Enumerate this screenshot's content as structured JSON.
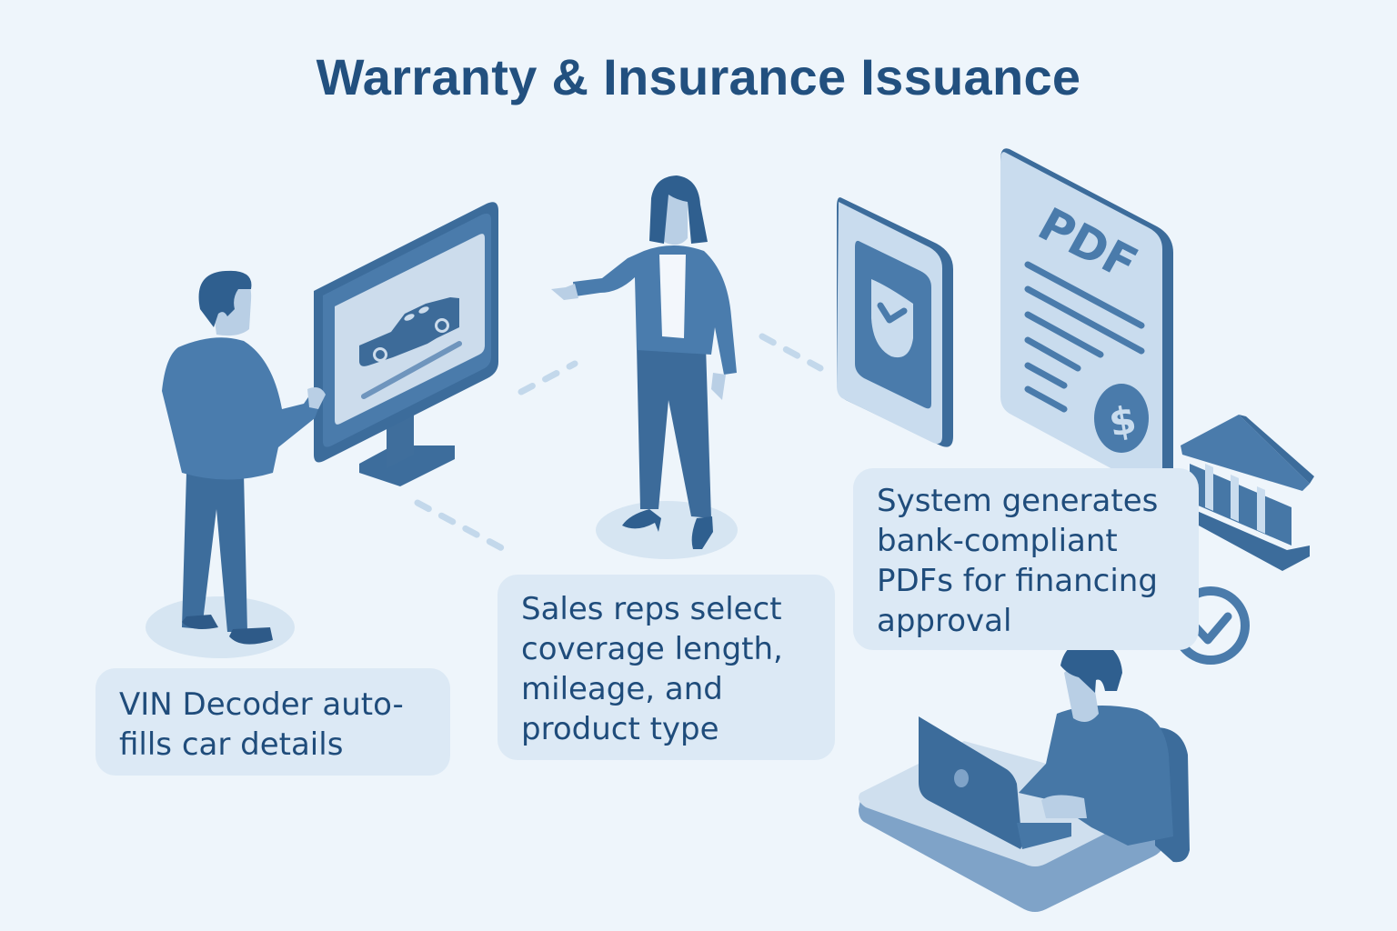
{
  "title": "Warranty & Insurance Issuance",
  "colors": {
    "background": "#eef5fb",
    "primary": "#4677a6",
    "dark": "#2f5f8e",
    "light": "#c9dcee",
    "pale": "#dce9f5",
    "text": "#1f4c7b"
  },
  "steps": [
    {
      "id": "vin-decoder",
      "lines": [
        "VIN Decoder auto-",
        "fills car details"
      ],
      "illustration": "man-at-monitor-with-car"
    },
    {
      "id": "coverage-selection",
      "lines": [
        "Sales reps select",
        "coverage length,",
        "mileage, and",
        "product type"
      ],
      "illustration": "woman-pointing"
    },
    {
      "id": "pdf-generation",
      "lines": [
        "System generates",
        "bank-compliant",
        "PDFs for financing",
        "approval"
      ],
      "illustration": "shield-card-pdf-document-bank-checkmark"
    }
  ],
  "icons": {
    "pdf_label": "PDF",
    "currency_symbol": "$"
  },
  "flow": [
    "vin-decoder",
    "coverage-selection",
    "pdf-generation"
  ]
}
